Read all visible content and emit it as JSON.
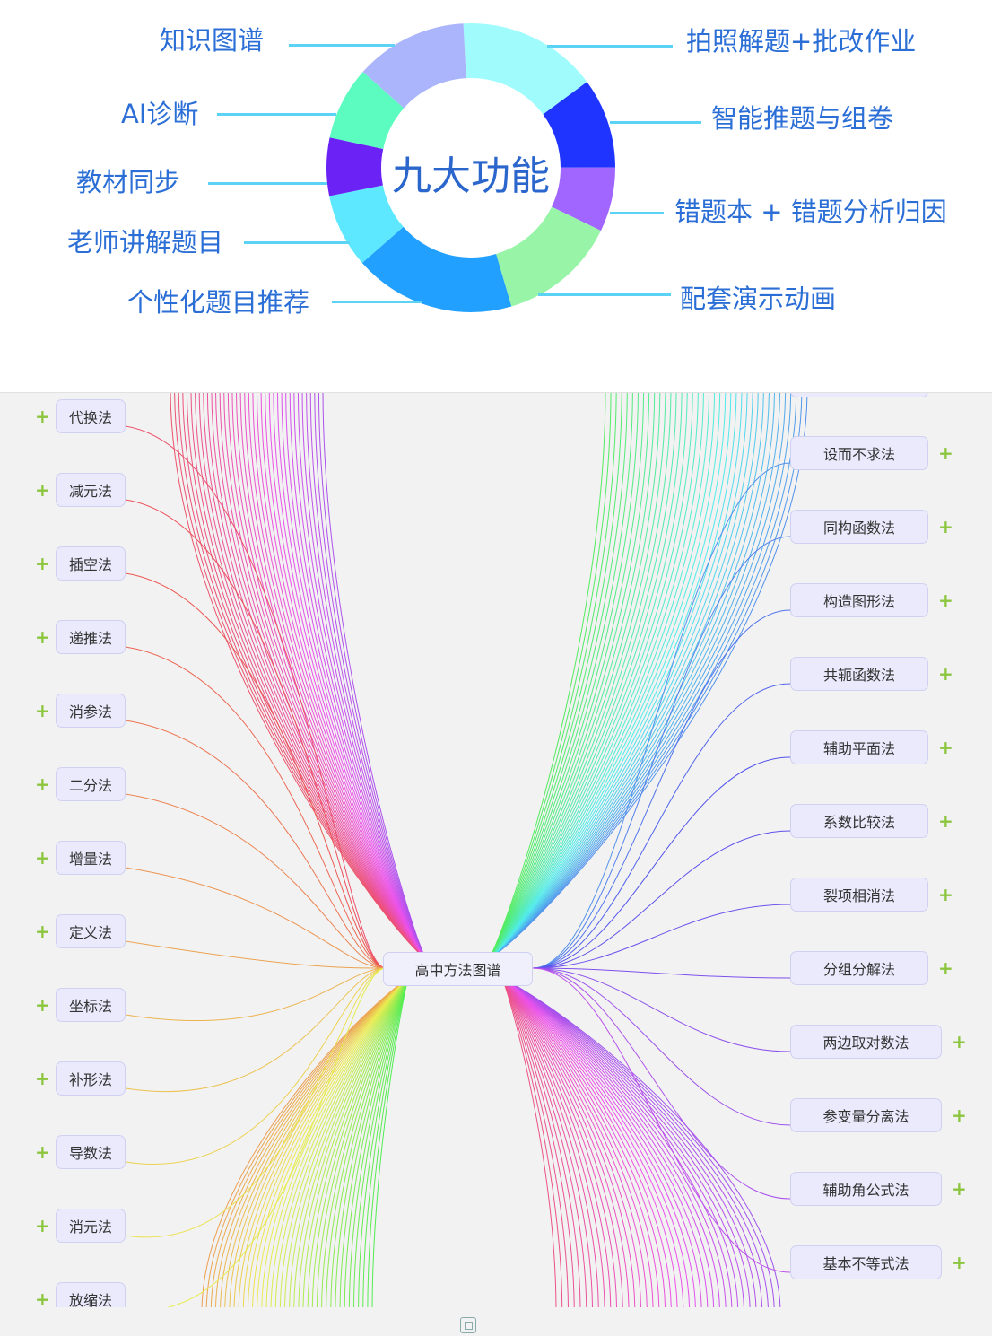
{
  "chart_data": {
    "type": "pie",
    "title": "九大功能",
    "labels": [
      "拍照解题+批改作业",
      "智能推题与组卷",
      "错题本 + 错题分析归因",
      "配套演示动画",
      "个性化题目推荐",
      "老师讲解题目",
      "教材同步",
      "AI诊断",
      "知识图谱"
    ],
    "values": [
      15.7,
      10.1,
      7.2,
      13.3,
      18.1,
      8.3,
      6.5,
      8.2,
      12.6
    ],
    "colors": [
      "#a0fcfc",
      "#1f35ff",
      "#a066ff",
      "#98f5a8",
      "#22a0ff",
      "#5ee8ff",
      "#6a22f5",
      "#5cfcc0",
      "#aab5fc"
    ]
  },
  "mindmap": {
    "root": "高中方法图谱",
    "left": [
      "代换法",
      "减元法",
      "插空法",
      "递推法",
      "消参法",
      "二分法",
      "增量法",
      "定义法",
      "坐标法",
      "补形法",
      "导数法",
      "消元法",
      "放缩法"
    ],
    "right": [
      "设而不求法",
      "同构函数法",
      "构造图形法",
      "共轭函数法",
      "辅助平面法",
      "系数比较法",
      "裂项相消法",
      "分组分解法",
      "两边取对数法",
      "参变量分离法",
      "辅助角公式法",
      "基本不等式法"
    ],
    "plus": "+"
  }
}
